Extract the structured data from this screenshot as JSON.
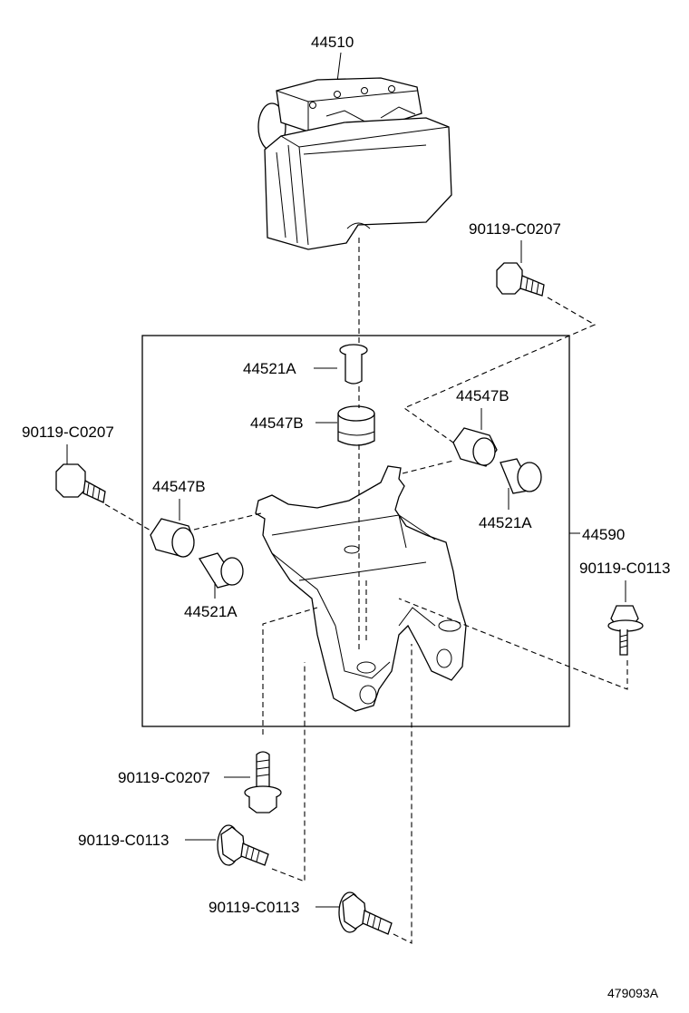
{
  "diagram_id": "479093A",
  "labels": {
    "abs_actuator": "44510",
    "bracket_assembly": "44590",
    "bolt_upper_right": "90119-C0207",
    "bolt_left": "90119-C0207",
    "bolt_bottom_vertical": "90119-C0207",
    "bolt_right": "90119-C0113",
    "bolt_bottom_1": "90119-C0113",
    "bolt_bottom_2": "90119-C0113",
    "collar_top": "44521A",
    "collar_right": "44521A",
    "collar_left": "44521A",
    "cushion_top": "44547B",
    "cushion_right": "44547B",
    "cushion_left": "44547B"
  }
}
